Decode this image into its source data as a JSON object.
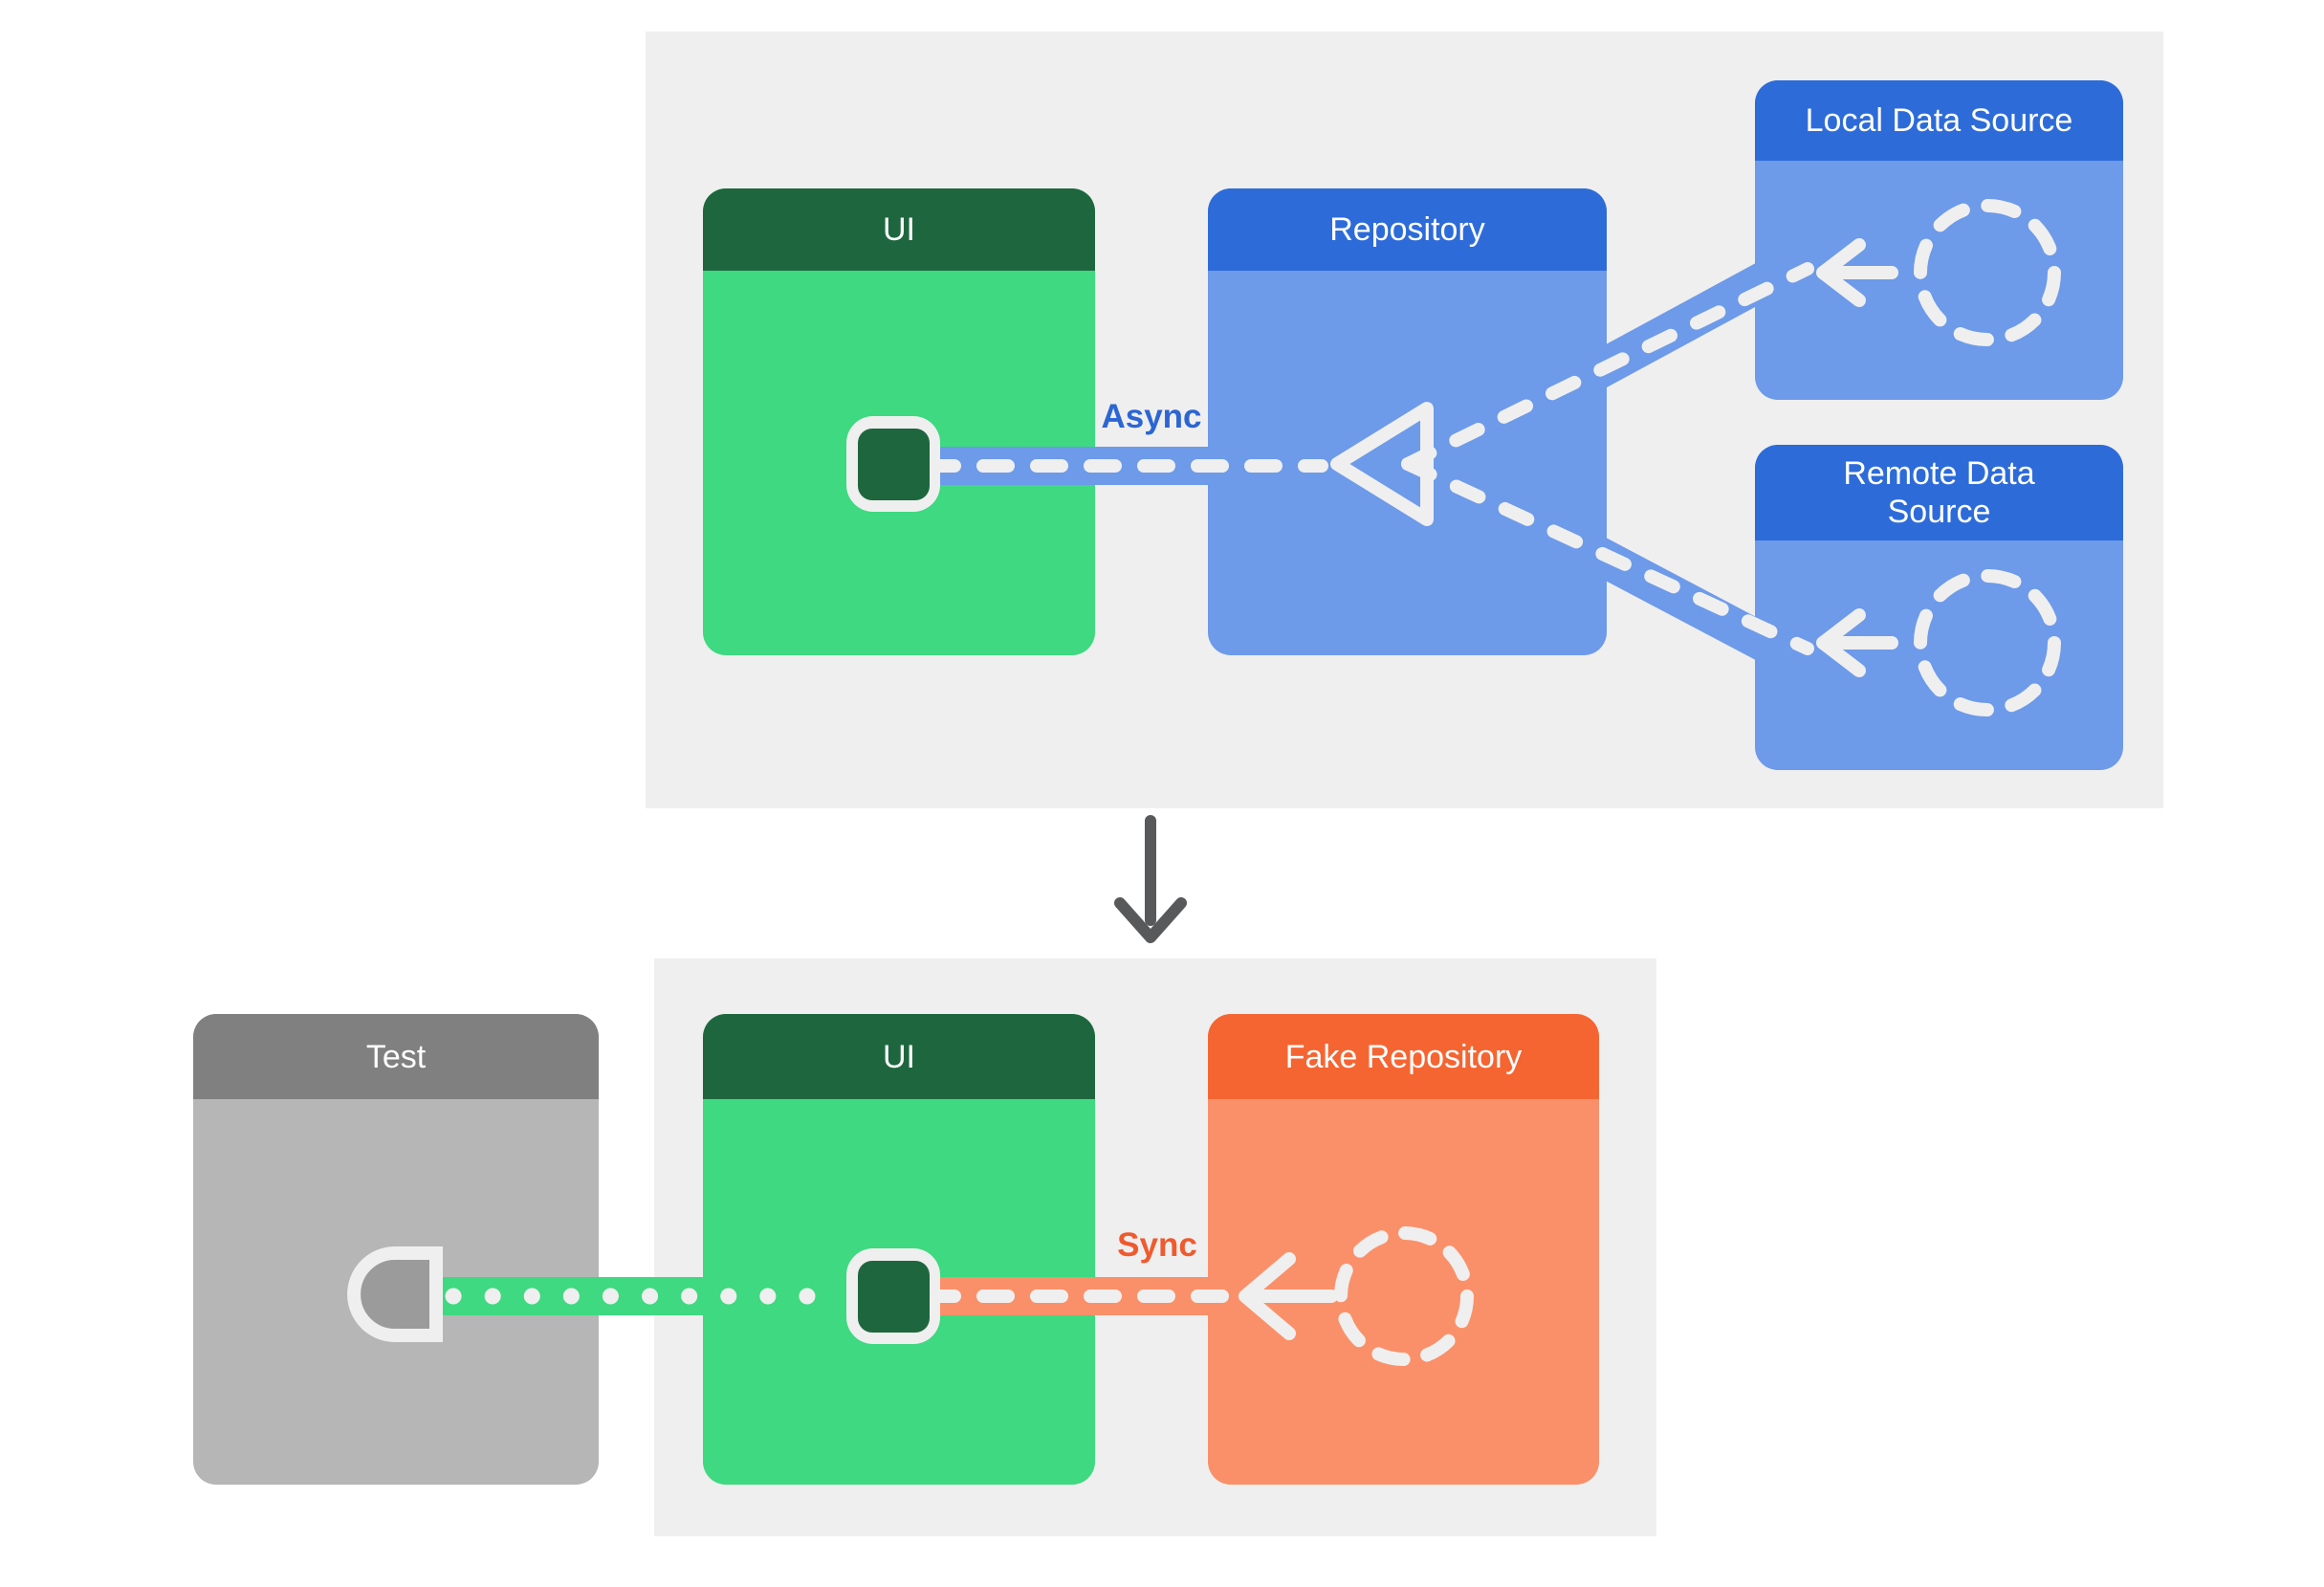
{
  "diagram": {
    "top_section": {
      "ui_title": "UI",
      "repository_title": "Repository",
      "local_data_source_title": "Local Data Source",
      "remote_data_source_title": "Remote Data Source",
      "connection_label": "Async"
    },
    "bottom_section": {
      "test_title": "Test",
      "ui_title": "UI",
      "fake_repository_title": "Fake Repository",
      "connection_label": "Sync"
    }
  },
  "colors": {
    "panel_bg": "#EFEFEF",
    "green_header": "#1E673E",
    "green_body": "#3ED980",
    "blue_header": "#2D6BD9",
    "blue_body": "#6D9AE9",
    "orange_header": "#F56532",
    "orange_body": "#FA9069",
    "gray_header": "#808080",
    "gray_body": "#B6B6B6",
    "connector_fill_gray": "#9B9B9B",
    "stroke_white": "#EFEFEF",
    "async_label": "#2B66D3",
    "sync_label": "#EE5B2F",
    "flow_arrow": "#58595B",
    "header_text": "#FFFFFF"
  }
}
